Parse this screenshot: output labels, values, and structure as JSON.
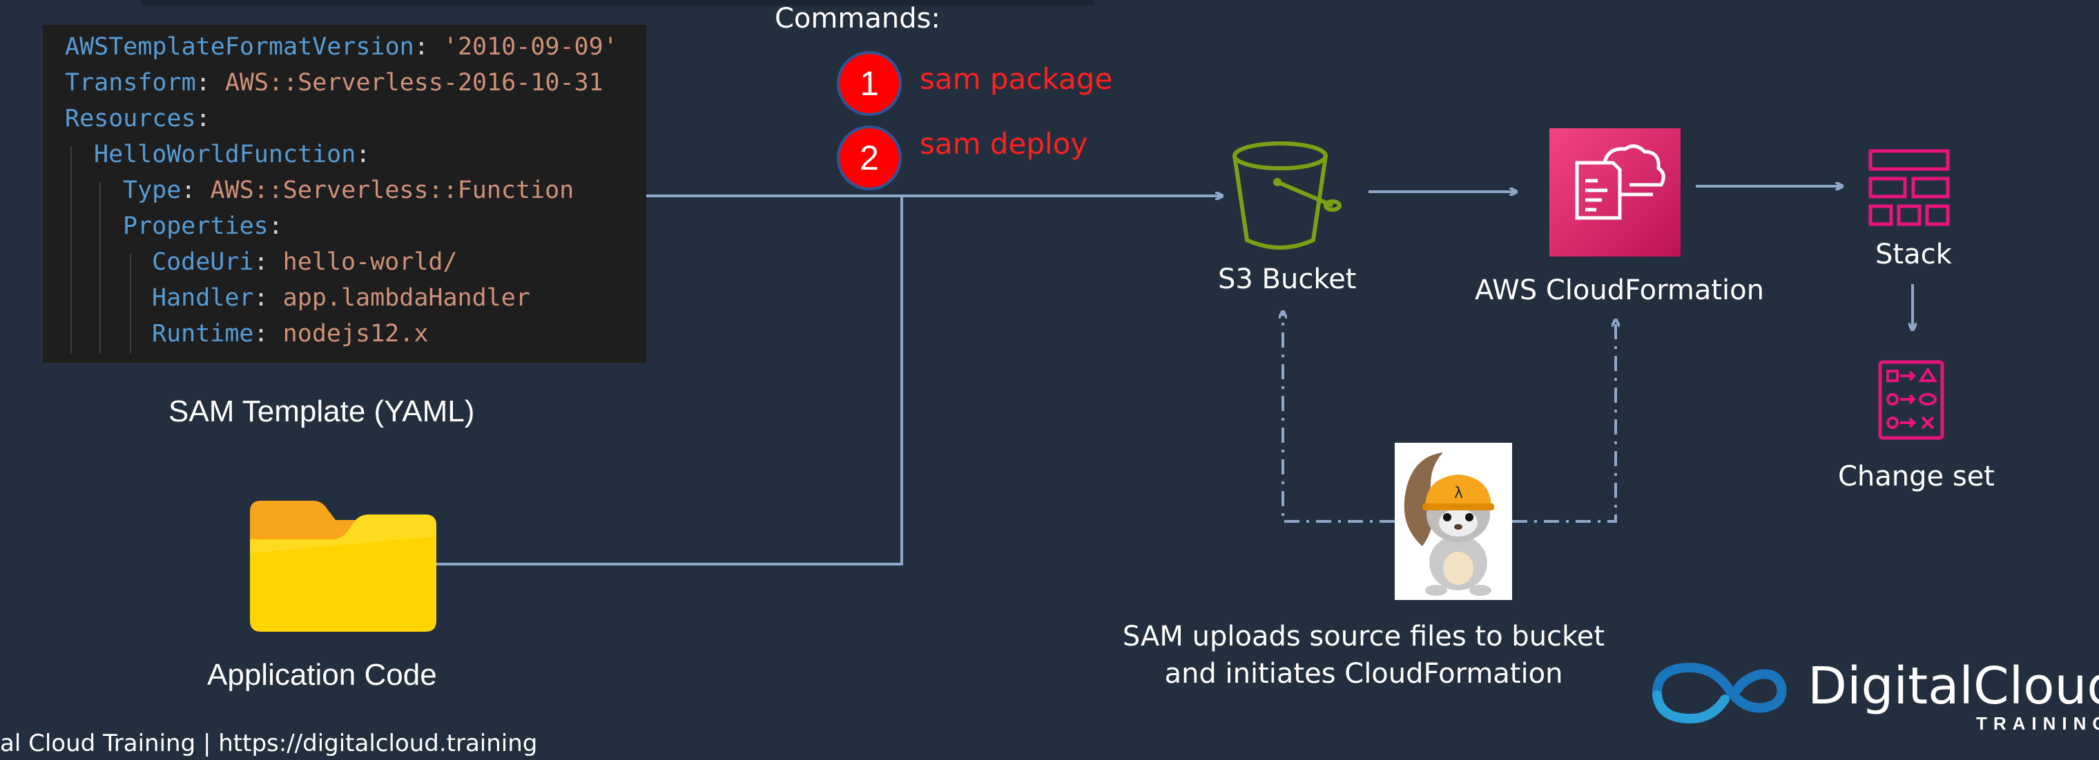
{
  "template": {
    "lines": [
      {
        "key": "AWSTemplateFormatVersion",
        "value": "'2010-09-09'"
      },
      {
        "key": "Transform",
        "value": "AWS::Serverless-2016-10-31"
      },
      {
        "key": "Resources",
        "value": ""
      },
      {
        "key": "HelloWorldFunction",
        "value": ""
      },
      {
        "key": "Type",
        "value": "AWS::Serverless::Function"
      },
      {
        "key": "Properties",
        "value": ""
      },
      {
        "key": "CodeUri",
        "value": "hello-world/"
      },
      {
        "key": "Handler",
        "value": "app.lambdaHandler"
      },
      {
        "key": "Runtime",
        "value": "nodejs12.x"
      }
    ],
    "caption": "SAM Template (YAML)"
  },
  "commands": {
    "heading": "Commands:",
    "items": [
      {
        "number": "1",
        "text": "sam package"
      },
      {
        "number": "2",
        "text": "sam deploy"
      }
    ]
  },
  "app_code": {
    "caption": "Application Code"
  },
  "s3": {
    "caption": "S3 Bucket",
    "color": "#7aa116"
  },
  "cloudformation": {
    "caption": "AWS CloudFormation",
    "color": "#e7157b"
  },
  "stack": {
    "caption": "Stack",
    "color": "#e7157b"
  },
  "changeset": {
    "caption": "Change set",
    "color": "#e7157b"
  },
  "sam_note": {
    "line1": "SAM uploads source files to bucket",
    "line2": "and initiates CloudFormation"
  },
  "footer": {
    "text": "al Cloud Training  | https://digitalcloud.training"
  },
  "logo": {
    "name": "DigitalCloud",
    "sub": "TRAINING"
  },
  "colors": {
    "background": "#232f3e",
    "connector": "#8fa7c8",
    "command_red": "#ff0000"
  }
}
